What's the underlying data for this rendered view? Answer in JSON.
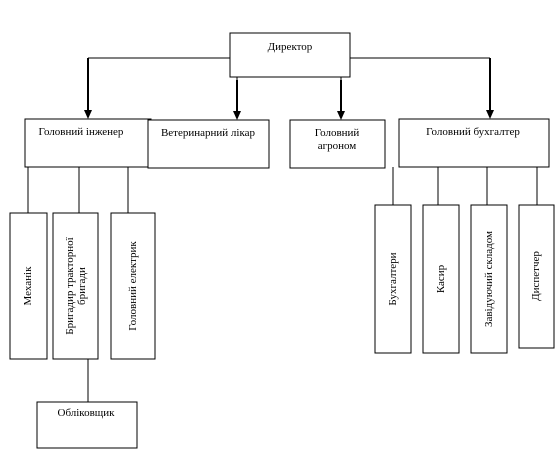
{
  "director": "Директор",
  "chief_engineer": "Головний інженер",
  "veterinarian": "Ветеринарний лікар",
  "chief_agronomist": [
    "Головний",
    "агроном"
  ],
  "chief_accountant": "Головний бухгалтер",
  "mechanic": "Механік",
  "tractor_brigadier": [
    "Бригадир тракторної",
    "бригади"
  ],
  "chief_electrician": "Головний електрик",
  "record_keeper": "Обліковщик",
  "accountants": "Бухгалтери",
  "cashier": "Касир",
  "warehouse_manager": "Завідуючий складом",
  "dispatcher": "Диспетчер"
}
